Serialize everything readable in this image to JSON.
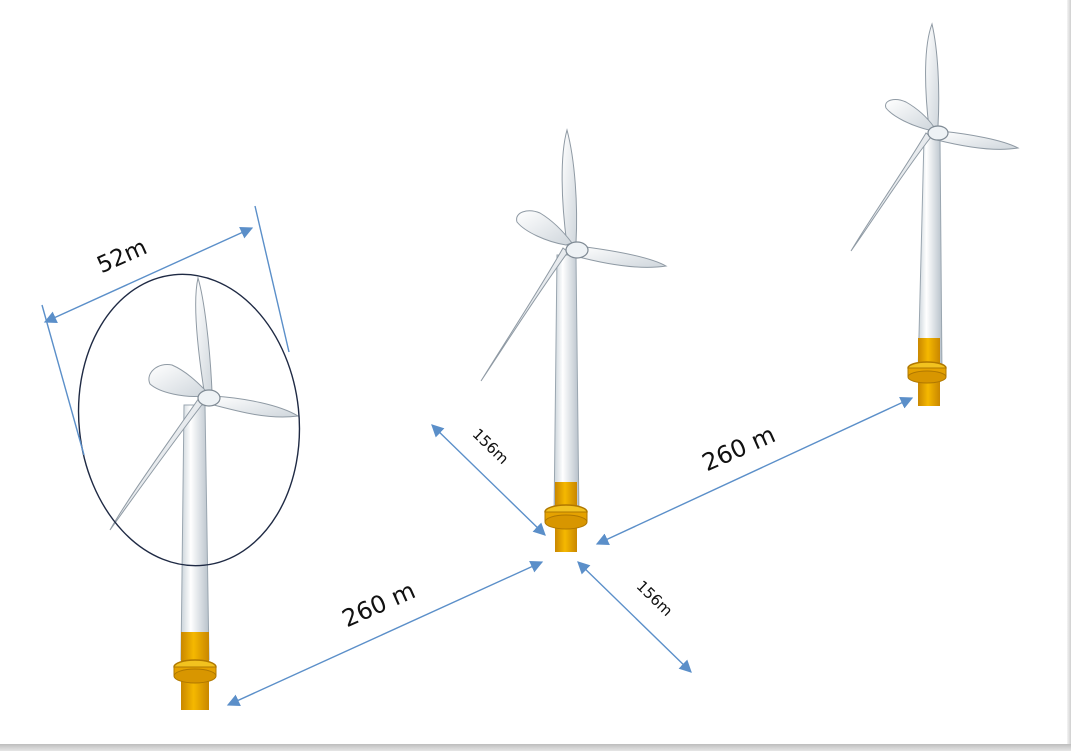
{
  "labels": {
    "rotor_diameter": "52m",
    "spacing_left": "260 m",
    "spacing_right": "260 m",
    "diag_upper": "156m",
    "diag_lower": "156m"
  },
  "colors": {
    "arrow": "#5b8fc9",
    "tower": "#e9eef2",
    "foundation": "#e5a200",
    "flange": "#f2c21f",
    "blade": "#f2f4f6",
    "blade_edge": "#8f9aa4",
    "ellipse": "#1f2a44"
  }
}
